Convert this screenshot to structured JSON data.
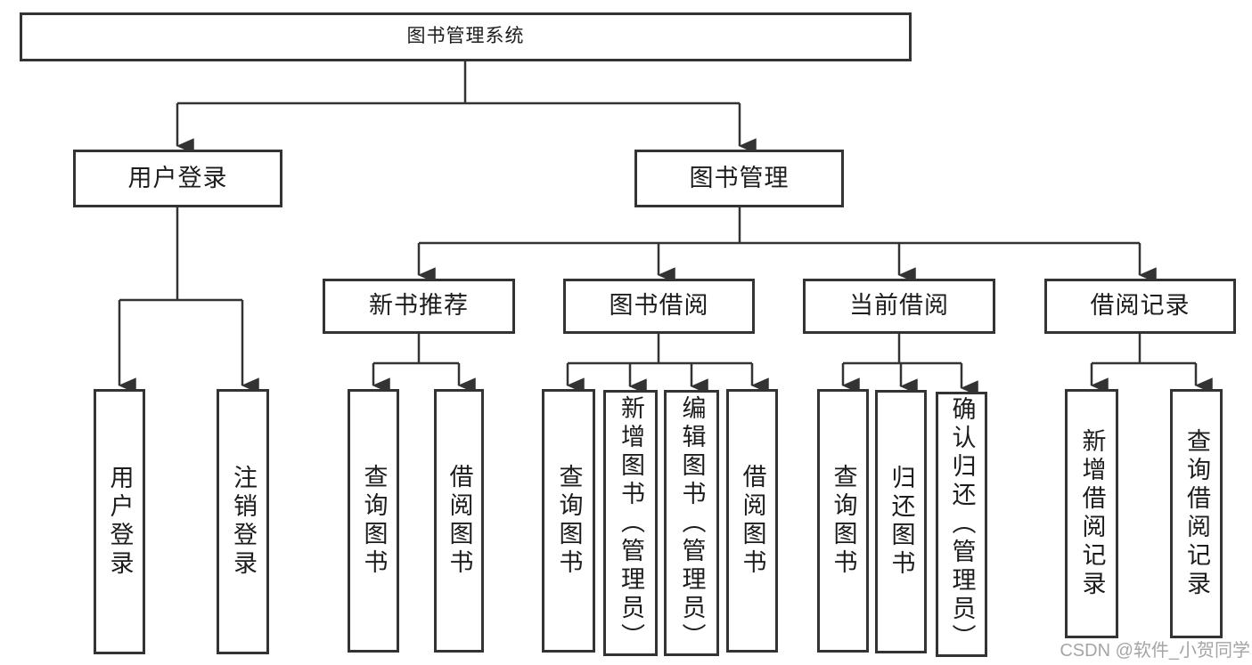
{
  "diagram_title": "图书管理系统",
  "tree": {
    "root": {
      "label": "图书管理系统"
    },
    "branches": [
      {
        "label": "用户登录",
        "children": [
          {
            "label": "用户登录"
          },
          {
            "label": "注销登录"
          }
        ]
      },
      {
        "label": "图书管理",
        "children": [
          {
            "label": "新书推荐",
            "children": [
              {
                "label": "查询图书"
              },
              {
                "label": "借阅图书"
              }
            ]
          },
          {
            "label": "图书借阅",
            "children": [
              {
                "label": "查询图书"
              },
              {
                "label": "新增图书（管理员）"
              },
              {
                "label": "编辑图书（管理员）"
              },
              {
                "label": "借阅图书"
              }
            ]
          },
          {
            "label": "当前借阅",
            "children": [
              {
                "label": "查询图书"
              },
              {
                "label": "归还图书"
              },
              {
                "label": "确认归还（管理员）"
              }
            ]
          },
          {
            "label": "借阅记录",
            "children": [
              {
                "label": "新增借阅记录"
              },
              {
                "label": "查询借阅记录"
              }
            ]
          }
        ]
      }
    ]
  },
  "watermark": {
    "text": "CSDN @软件_小贺同学"
  },
  "colors": {
    "line": "#333333",
    "node_border": "#333333",
    "text": "#1c1c1c",
    "background": "#ffffff",
    "watermark": "#a5a5a5"
  }
}
